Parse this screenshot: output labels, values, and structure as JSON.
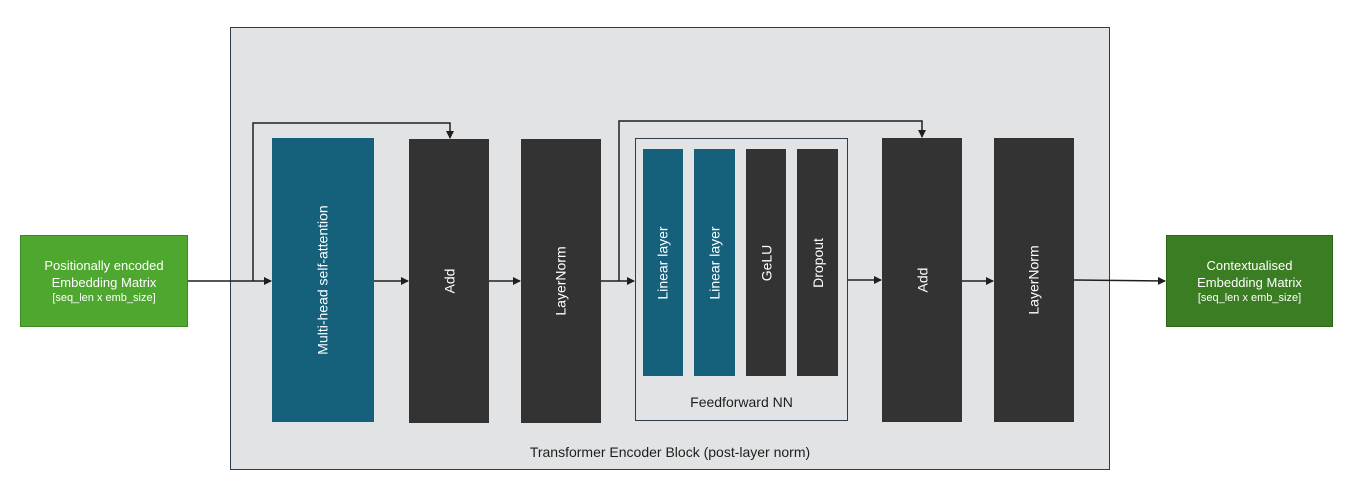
{
  "input": {
    "line1": "Positionally encoded",
    "line2": "Embedding Matrix",
    "line3": "[seq_len x emb_size]"
  },
  "output": {
    "line1": "Contextualised",
    "line2": "Embedding Matrix",
    "line3": "[seq_len x emb_size]"
  },
  "encoder": {
    "label": "Transformer Encoder Block (post-layer norm)",
    "layers": {
      "mhsa": "Multi-head self-attention",
      "add1": "Add",
      "norm1": "LayerNorm",
      "add2": "Add",
      "norm2": "LayerNorm"
    },
    "ffnn": {
      "label": "Feedforward NN",
      "linear1": "Linear layer",
      "linear2": "Linear layer",
      "gelu": "GeLU",
      "dropout": "Dropout"
    }
  },
  "colors": {
    "input_green": "#4ea72e",
    "output_green": "#3a7d22",
    "attention_blue": "#15607a",
    "layer_dark": "#333333",
    "block_gray": "#e2e3e4"
  }
}
